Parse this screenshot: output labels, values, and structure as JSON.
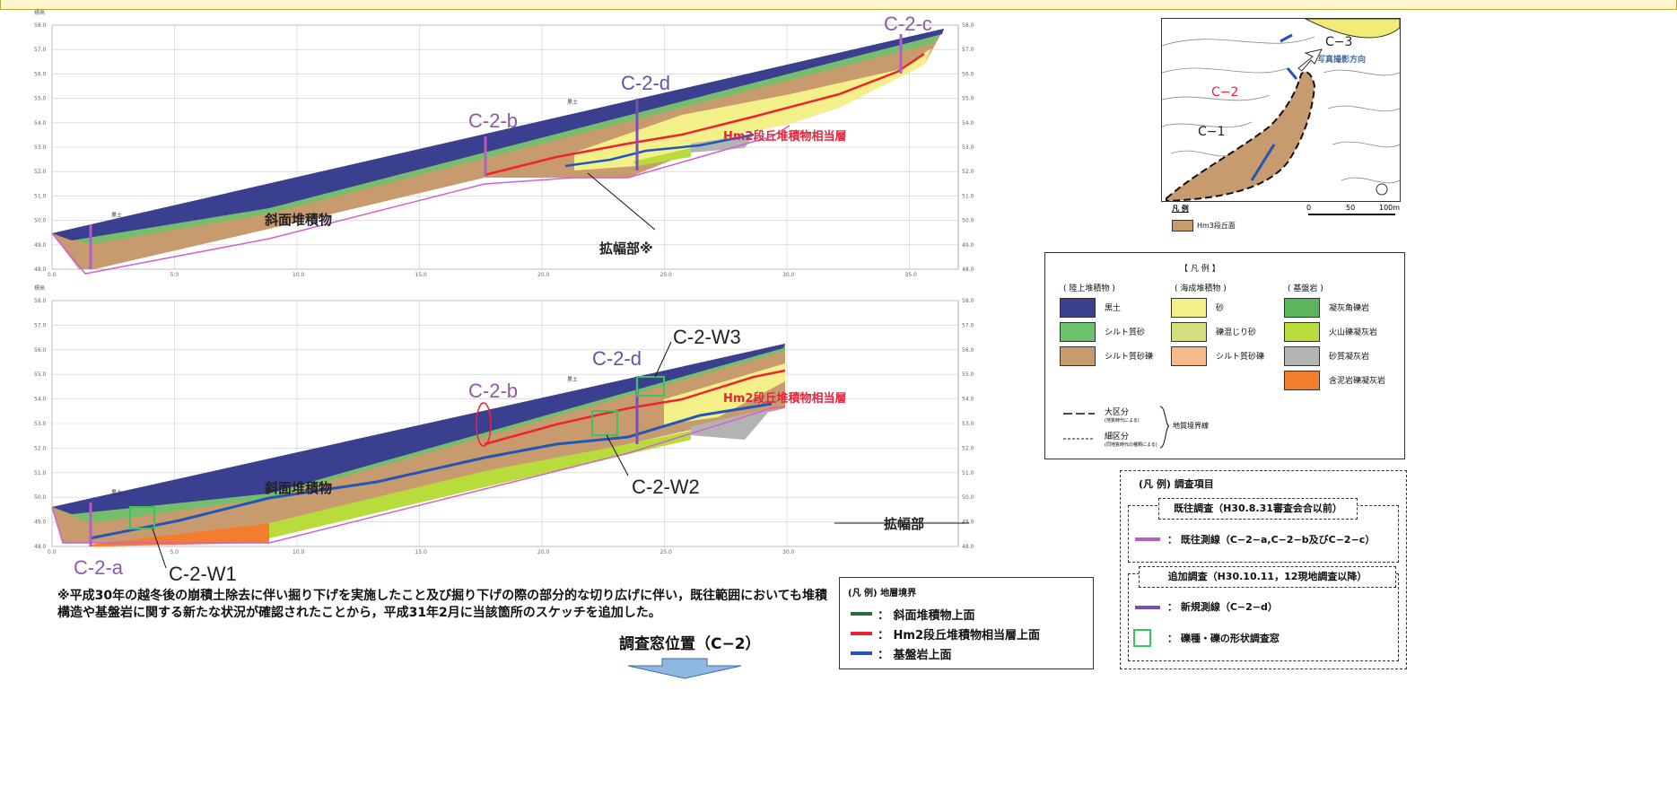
{
  "profile_top": {
    "y_axis_label": "標高\n(m)",
    "y_ticks": [
      "58.0",
      "57.0",
      "56.0",
      "55.0",
      "54.0",
      "53.0",
      "52.0",
      "51.0",
      "50.0",
      "49.0",
      "48.0"
    ],
    "x_ticks": [
      "0.0",
      "5.0",
      "10.0",
      "15.0",
      "20.0",
      "25.0",
      "30.0",
      "35.0"
    ],
    "survey_lines": [
      "C-2-b",
      "C-2-d",
      "C-2-c"
    ],
    "slope_deposit_label": "斜面堆積物",
    "hm2_label": "Hm2段丘堆積物相当層",
    "widening_label": "拡幅部※",
    "kokudo_label": "黒土"
  },
  "profile_bottom": {
    "y_axis_label": "標高\n(m)",
    "y_ticks": [
      "58.0",
      "57.0",
      "56.0",
      "55.0",
      "54.0",
      "53.0",
      "52.0",
      "51.0",
      "50.0",
      "49.0",
      "48.0"
    ],
    "x_ticks": [
      "0.0",
      "5.0",
      "10.0",
      "15.0",
      "20.0",
      "25.0",
      "30.0"
    ],
    "survey_lines": [
      "C-2-a",
      "C-2-b",
      "C-2-d"
    ],
    "windows": [
      "C-2-W1",
      "C-2-W2",
      "C-2-W3"
    ],
    "slope_deposit_label": "斜面堆積物",
    "hm2_label": "Hm2段丘堆積物相当層",
    "widening_label": "拡幅部",
    "kokudo_label": "黒土"
  },
  "footnote": "※平成30年の越冬後の崩積土除去に伴い掘り下げを実施したこと及び掘り下げの際の部分的な切り広げに伴い，既往範囲においても堆積構造や基盤岩に関する新たな状況が確認されたことから，平成31年2月に当該箇所のスケッチを追加した。",
  "caption": "調査窓位置（C−2）",
  "map": {
    "labels": [
      "C−3",
      "C−2",
      "C−1"
    ],
    "photo_direction": "写真撮影方向",
    "legend_title": "凡 例",
    "legend_item": "Hm3段丘面",
    "scale": [
      "0",
      "50",
      "100m"
    ]
  },
  "geo_legend": {
    "title": "【 凡 例 】",
    "groups": [
      {
        "title": "( 陸上堆積物 )",
        "items": [
          {
            "label": "黒土",
            "color": "#3b3f8f"
          },
          {
            "label": "シルト質砂",
            "color": "#6cc36c"
          },
          {
            "label": "シルト質砂礫",
            "color": "#c89b6e"
          }
        ]
      },
      {
        "title": "( 海成堆積物 )",
        "items": [
          {
            "label": "砂",
            "color": "#f3f08a"
          },
          {
            "label": "礫混じり砂",
            "color": "#d6de7e"
          },
          {
            "label": "シルト質砂礫",
            "color": "#f6b98c"
          }
        ]
      },
      {
        "title": "( 基盤岩 )",
        "items": [
          {
            "label": "凝灰角礫岩",
            "color": "#5cb55c"
          },
          {
            "label": "火山礫凝灰岩",
            "color": "#b8dc3c"
          },
          {
            "label": "砂質凝灰岩",
            "color": "#b3b3b3"
          },
          {
            "label": "含泥岩礫凝灰岩",
            "color": "#f27d2d"
          }
        ]
      }
    ],
    "major": "大区分",
    "major_sub": "(地質時代による)",
    "minor": "細区分",
    "minor_sub": "(同地質時代の種類による)",
    "boundary": "地質境界線"
  },
  "boundary_legend": {
    "title": "(凡 例) 地層境界",
    "items": [
      {
        "label": "斜面堆積物上面",
        "color": "#2b6e36"
      },
      {
        "label": "Hm2段丘堆積物相当層上面",
        "color": "#ee2233"
      },
      {
        "label": "基盤岩上面",
        "color": "#2155b8"
      }
    ]
  },
  "survey_legend": {
    "title": "(凡 例) 調査項目",
    "prior_title": "既往調査（H30.8.31審査会合以前）",
    "prior_item": "既往測線（C−2−a,C−2−b及びC−2−c）",
    "prior_color": "#b35fc2",
    "add_title": "追加調査（H30.10.11，12現地調査以降）",
    "add_item": "新規測線（C−2−d）",
    "add_color": "#7a4fb3",
    "window_item": "礫種・礫の形状調査窓",
    "window_color": "#3cc45c"
  }
}
